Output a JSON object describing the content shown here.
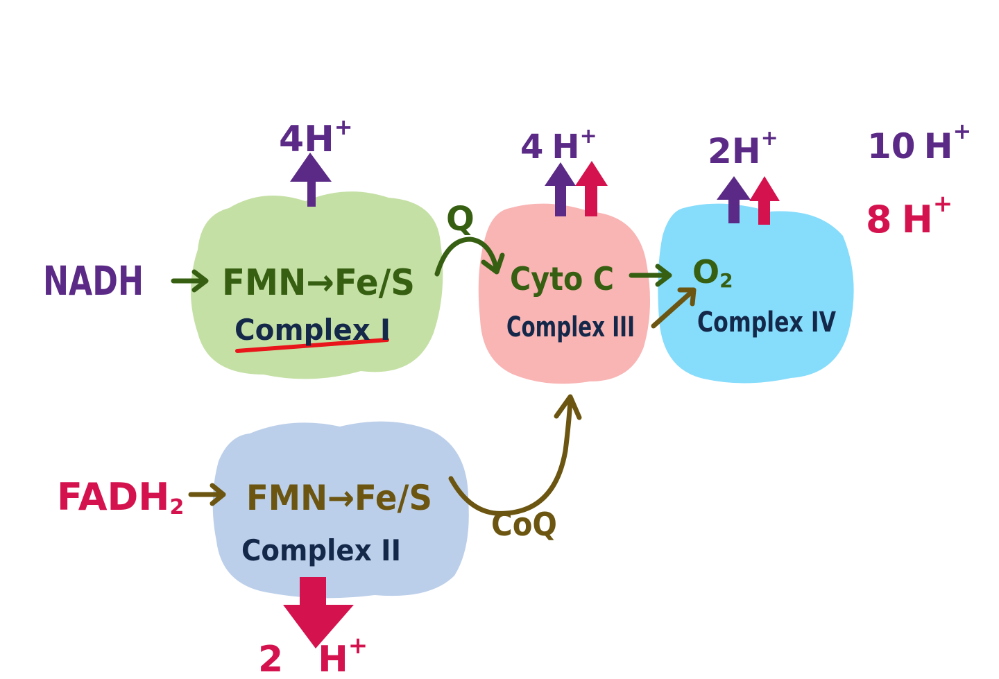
{
  "colors": {
    "purple": "#5b2a86",
    "magenta": "#d4124e",
    "darkgreen": "#365f12",
    "olive": "#6b5510",
    "navy": "#14284a",
    "red_underline": "#e8151a",
    "complex1_fill": "#c5e0a5",
    "complex2_fill": "#bccfea",
    "complex3_fill": "#f9b4b4",
    "complex4_fill": "#86dcfb"
  },
  "labels": {
    "nadh": "NADH",
    "fadh2_main": "FADH",
    "fadh2_sub": "2",
    "q": "Q",
    "coq": "CoQ",
    "o2_main": "O",
    "o2_sub": "2"
  },
  "complexes": {
    "c1": {
      "chain": "FMN→Fe/S",
      "name": "Complex I"
    },
    "c2": {
      "chain": "FMN→Fe/S",
      "name": "Complex II"
    },
    "c3": {
      "chain": "Cyto C",
      "name": "Complex III"
    },
    "c4": {
      "name": "Complex IV"
    }
  },
  "protons": {
    "c1": {
      "count": "4",
      "ion": "H",
      "charge": "+"
    },
    "c3": {
      "count": "4",
      "ion": "H",
      "charge": "+"
    },
    "c4": {
      "count": "2",
      "ion": "H",
      "charge": "+"
    },
    "c2": {
      "count": "2",
      "ion": "H",
      "charge": "+"
    },
    "total_nadh": {
      "count": "10",
      "ion": "H",
      "charge": "+"
    },
    "total_fadh2": {
      "count": "8",
      "ion": "H",
      "charge": "+"
    }
  }
}
